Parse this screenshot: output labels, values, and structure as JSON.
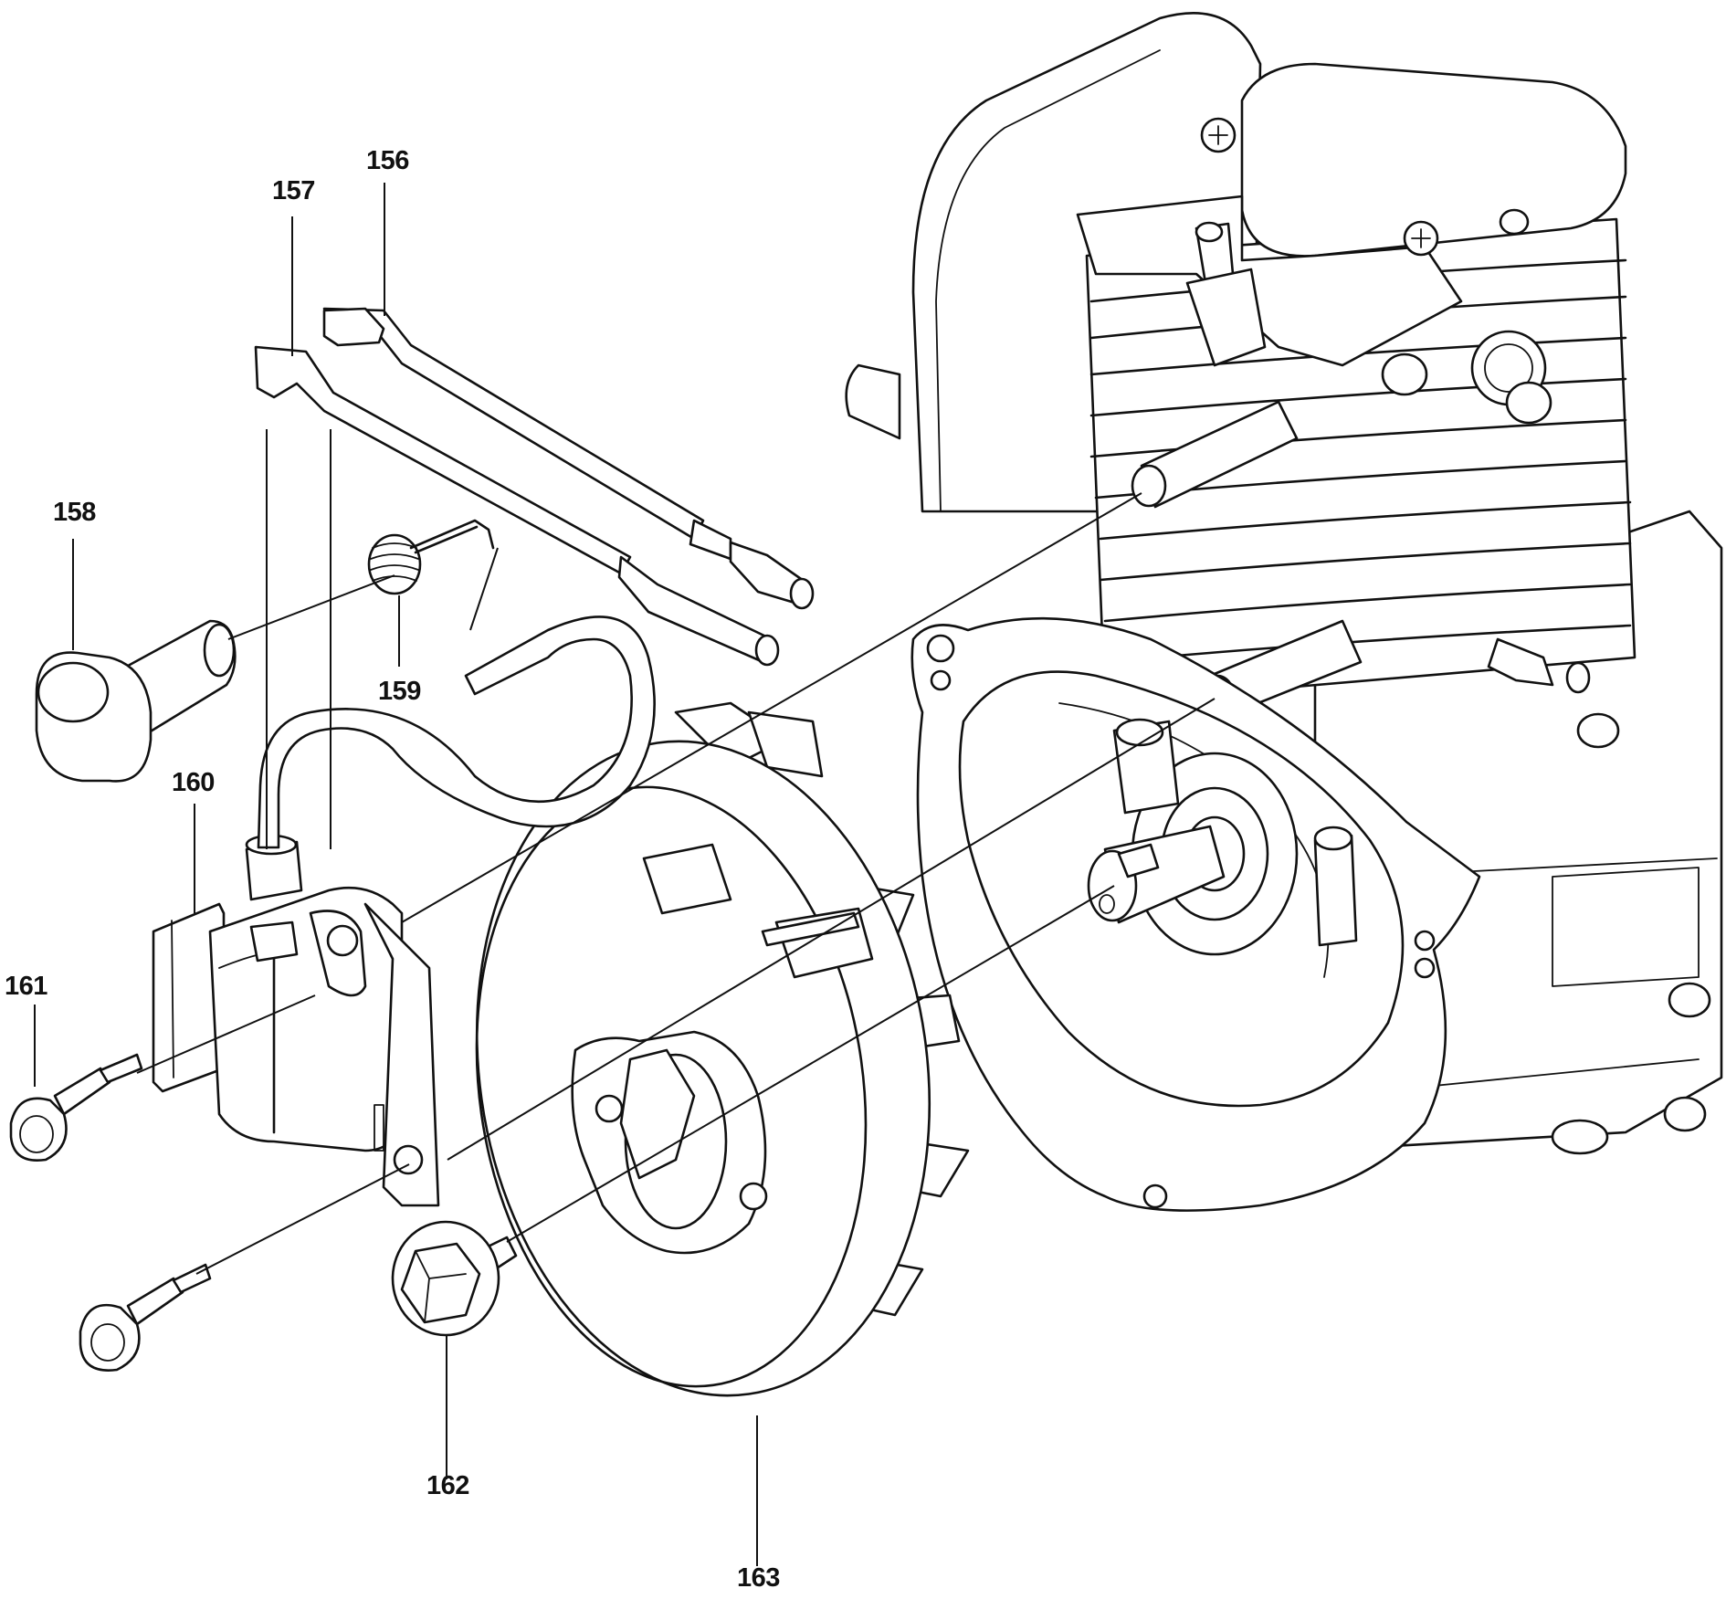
{
  "labels": {
    "p156": "156",
    "p157": "157",
    "p158": "158",
    "p159": "159",
    "p160": "160",
    "p161": "161",
    "p162": "162",
    "p163": "163"
  },
  "colors": {
    "line": "#111111",
    "background": "#ffffff"
  }
}
